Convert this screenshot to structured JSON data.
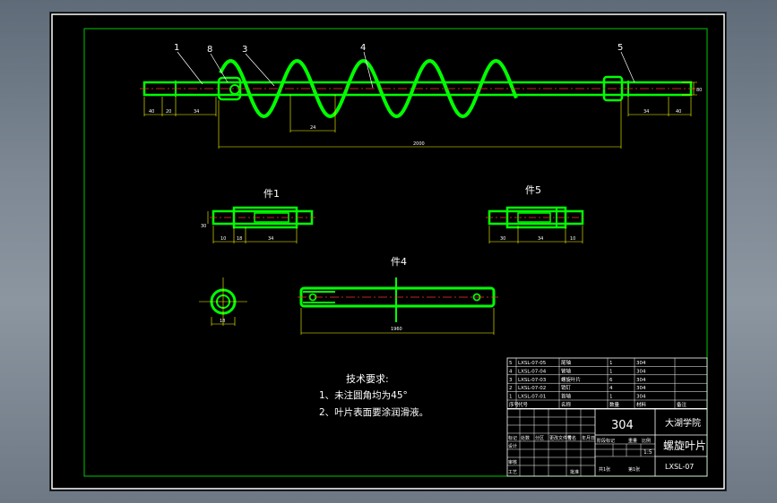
{
  "colors": {
    "canvas": "#000000",
    "border": "#ffffff",
    "frame": "#00c800",
    "part": "#00ff00",
    "dimension": "#ffff00",
    "centerline": "#ff3030",
    "text": "#ffffff"
  },
  "drawing": {
    "leaders": [
      "1",
      "8",
      "3",
      "4",
      "5"
    ],
    "main_dims": {
      "left": [
        "40",
        "20",
        "34"
      ],
      "right": [
        "34",
        "40"
      ],
      "pitch": "24",
      "total": "2000",
      "height": "80"
    },
    "views": {
      "part1": {
        "label": "件1",
        "dims": [
          "10",
          "18",
          "34"
        ],
        "side": "30"
      },
      "part5": {
        "label": "件5",
        "dims": [
          "30",
          "34",
          "10"
        ]
      },
      "part4": {
        "label": "件4",
        "length": "1960"
      },
      "ring": {
        "dim": "18"
      }
    }
  },
  "notes": {
    "title": "技术要求:",
    "lines": [
      "1、未注圆角均为45°",
      "2、叶片表面要涂润滑液。"
    ]
  },
  "bom": {
    "rows": [
      {
        "no": "5",
        "code": "LXSL-07-05",
        "name": "尾轴",
        "qty": "1",
        "material": "304"
      },
      {
        "no": "4",
        "code": "LXSL-07-04",
        "name": "管轴",
        "qty": "1",
        "material": "304"
      },
      {
        "no": "3",
        "code": "LXSL-07-03",
        "name": "螺旋叶片",
        "qty": "6",
        "material": "304"
      },
      {
        "no": "2",
        "code": "LXSL-07-02",
        "name": "销钉",
        "qty": "4",
        "material": "304"
      },
      {
        "no": "1",
        "code": "LXSL-07-01",
        "name": "首轴",
        "qty": "1",
        "material": "304"
      }
    ],
    "header": [
      "序号",
      "代号",
      "名称",
      "数量",
      "材料",
      "备注"
    ]
  },
  "title_block": {
    "material": "304",
    "company": "大湖学院",
    "part_name": "螺旋叶片",
    "drawing_no": "LXSL-07",
    "scale": "1:5",
    "labels": [
      "标记",
      "处数",
      "分区",
      "更改文件号",
      "签名",
      "年月日"
    ],
    "roles": [
      "设计",
      "审核",
      "工艺"
    ],
    "small": [
      "阶段标记",
      "重量",
      "比例"
    ],
    "sheet": [
      "共1张",
      "第1张"
    ],
    "approve": "批准"
  }
}
